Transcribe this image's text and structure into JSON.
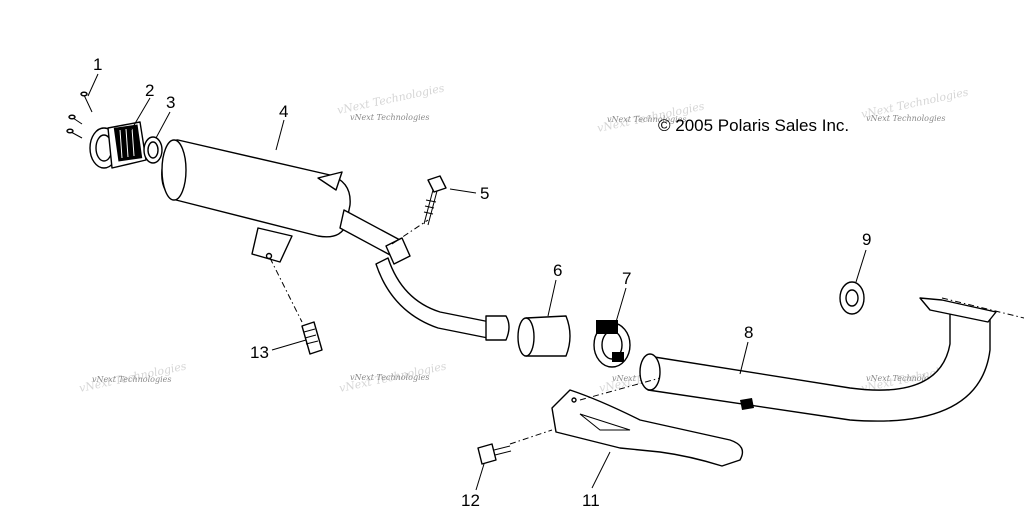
{
  "diagram": {
    "copyright": "© 2005 Polaris Sales Inc.",
    "watermark": "vNext Technologies",
    "callouts": [
      {
        "id": "callout-1",
        "label": "1"
      },
      {
        "id": "callout-2",
        "label": "2"
      },
      {
        "id": "callout-3",
        "label": "3"
      },
      {
        "id": "callout-4",
        "label": "4"
      },
      {
        "id": "callout-5",
        "label": "5"
      },
      {
        "id": "callout-6",
        "label": "6"
      },
      {
        "id": "callout-7",
        "label": "7"
      },
      {
        "id": "callout-8",
        "label": "8"
      },
      {
        "id": "callout-9",
        "label": "9"
      },
      {
        "id": "callout-11",
        "label": "11"
      },
      {
        "id": "callout-12",
        "label": "12"
      },
      {
        "id": "callout-13",
        "label": "13"
      }
    ]
  }
}
